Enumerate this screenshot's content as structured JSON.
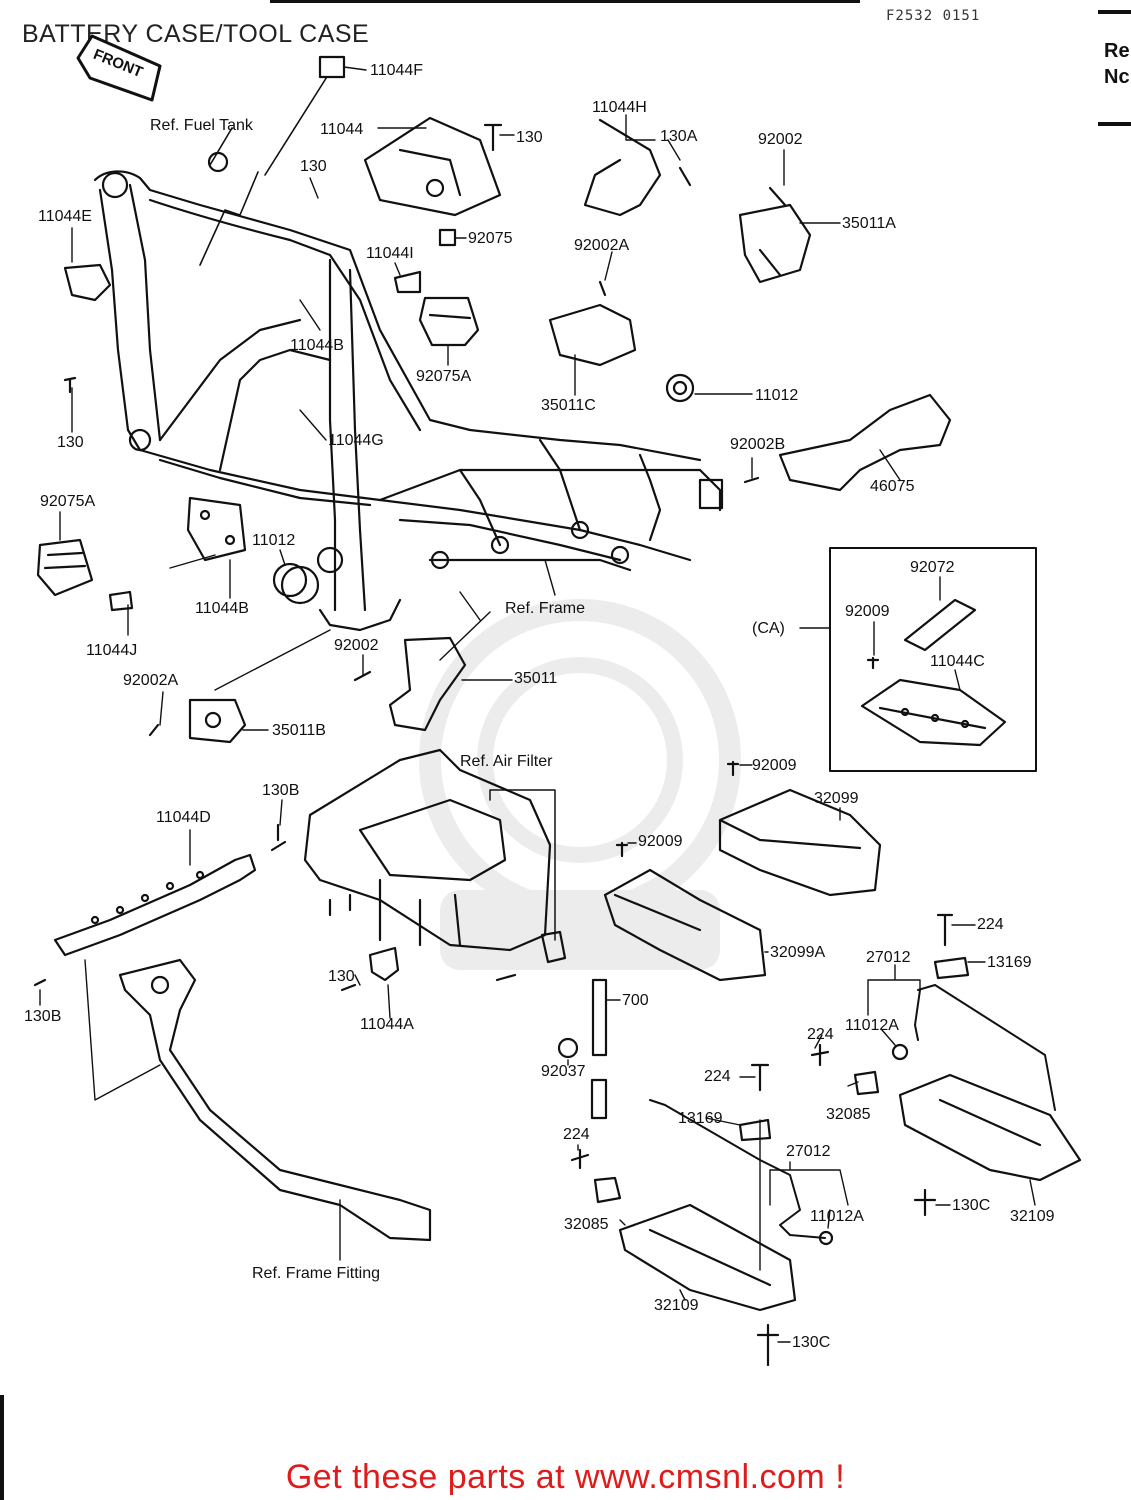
{
  "header": {
    "title": "BATTERY CASE/TOOL CASE",
    "figure_code": "F2532 0151",
    "corner_ref": [
      "Re",
      "Nc"
    ]
  },
  "front_marker": "FRONT",
  "callouts": {
    "p11044F": "11044F",
    "ref_fuel_tank": "Ref. Fuel Tank",
    "p11044": "11044",
    "p130_top": "130",
    "p11044H": "11044H",
    "p130A": "130A",
    "p92002_top": "92002",
    "p130_left": "130",
    "p11044E": "11044E",
    "p92075": "92075",
    "p11044I": "11044I",
    "p92002A_top": "92002A",
    "p35011A": "35011A",
    "p11044B_top": "11044B",
    "p92075A_mid": "92075A",
    "p35011C": "35011C",
    "p11012_top": "11012",
    "p130_mid": "130",
    "p11044G": "11044G",
    "p92002B": "92002B",
    "p46075": "46075",
    "p92075A_left": "92075A",
    "p11012_mid": "11012",
    "p11044B_low": "11044B",
    "ref_frame": "Ref. Frame",
    "p92072": "92072",
    "p92009_ca": "92009",
    "ca": "(CA)",
    "p11044C": "11044C",
    "p11044J": "11044J",
    "p92002_mid": "92002",
    "p35011": "35011",
    "p92002A_low": "92002A",
    "p35011B": "35011B",
    "ref_air_filter": "Ref. Air Filter",
    "p92009_a": "92009",
    "p130B_top": "130B",
    "p11044D": "11044D",
    "p32099": "32099",
    "p92009_b": "92009",
    "p224_a": "224",
    "p32099A": "32099A",
    "p27012_a": "27012",
    "p13169_a": "13169",
    "p130_low": "130",
    "p130B_low": "130B",
    "p11044A": "11044A",
    "p700": "700",
    "p11012A_a": "11012A",
    "p224_b": "224",
    "p92037": "92037",
    "p224_c": "224",
    "p32085_a": "32085",
    "p13169_b": "13169",
    "p224_d": "224",
    "p27012_b": "27012",
    "p32085_b": "32085",
    "p11012A_b": "11012A",
    "p130C_a": "130C",
    "p32109_a": "32109",
    "ref_frame_fitting": "Ref. Frame Fitting",
    "p32109_b": "32109",
    "p130C_b": "130C"
  },
  "footer": {
    "cta": "Get these parts at www.cmsnl.com !"
  },
  "colors": {
    "ink": "#111111",
    "footer_red": "#e01b1b"
  }
}
